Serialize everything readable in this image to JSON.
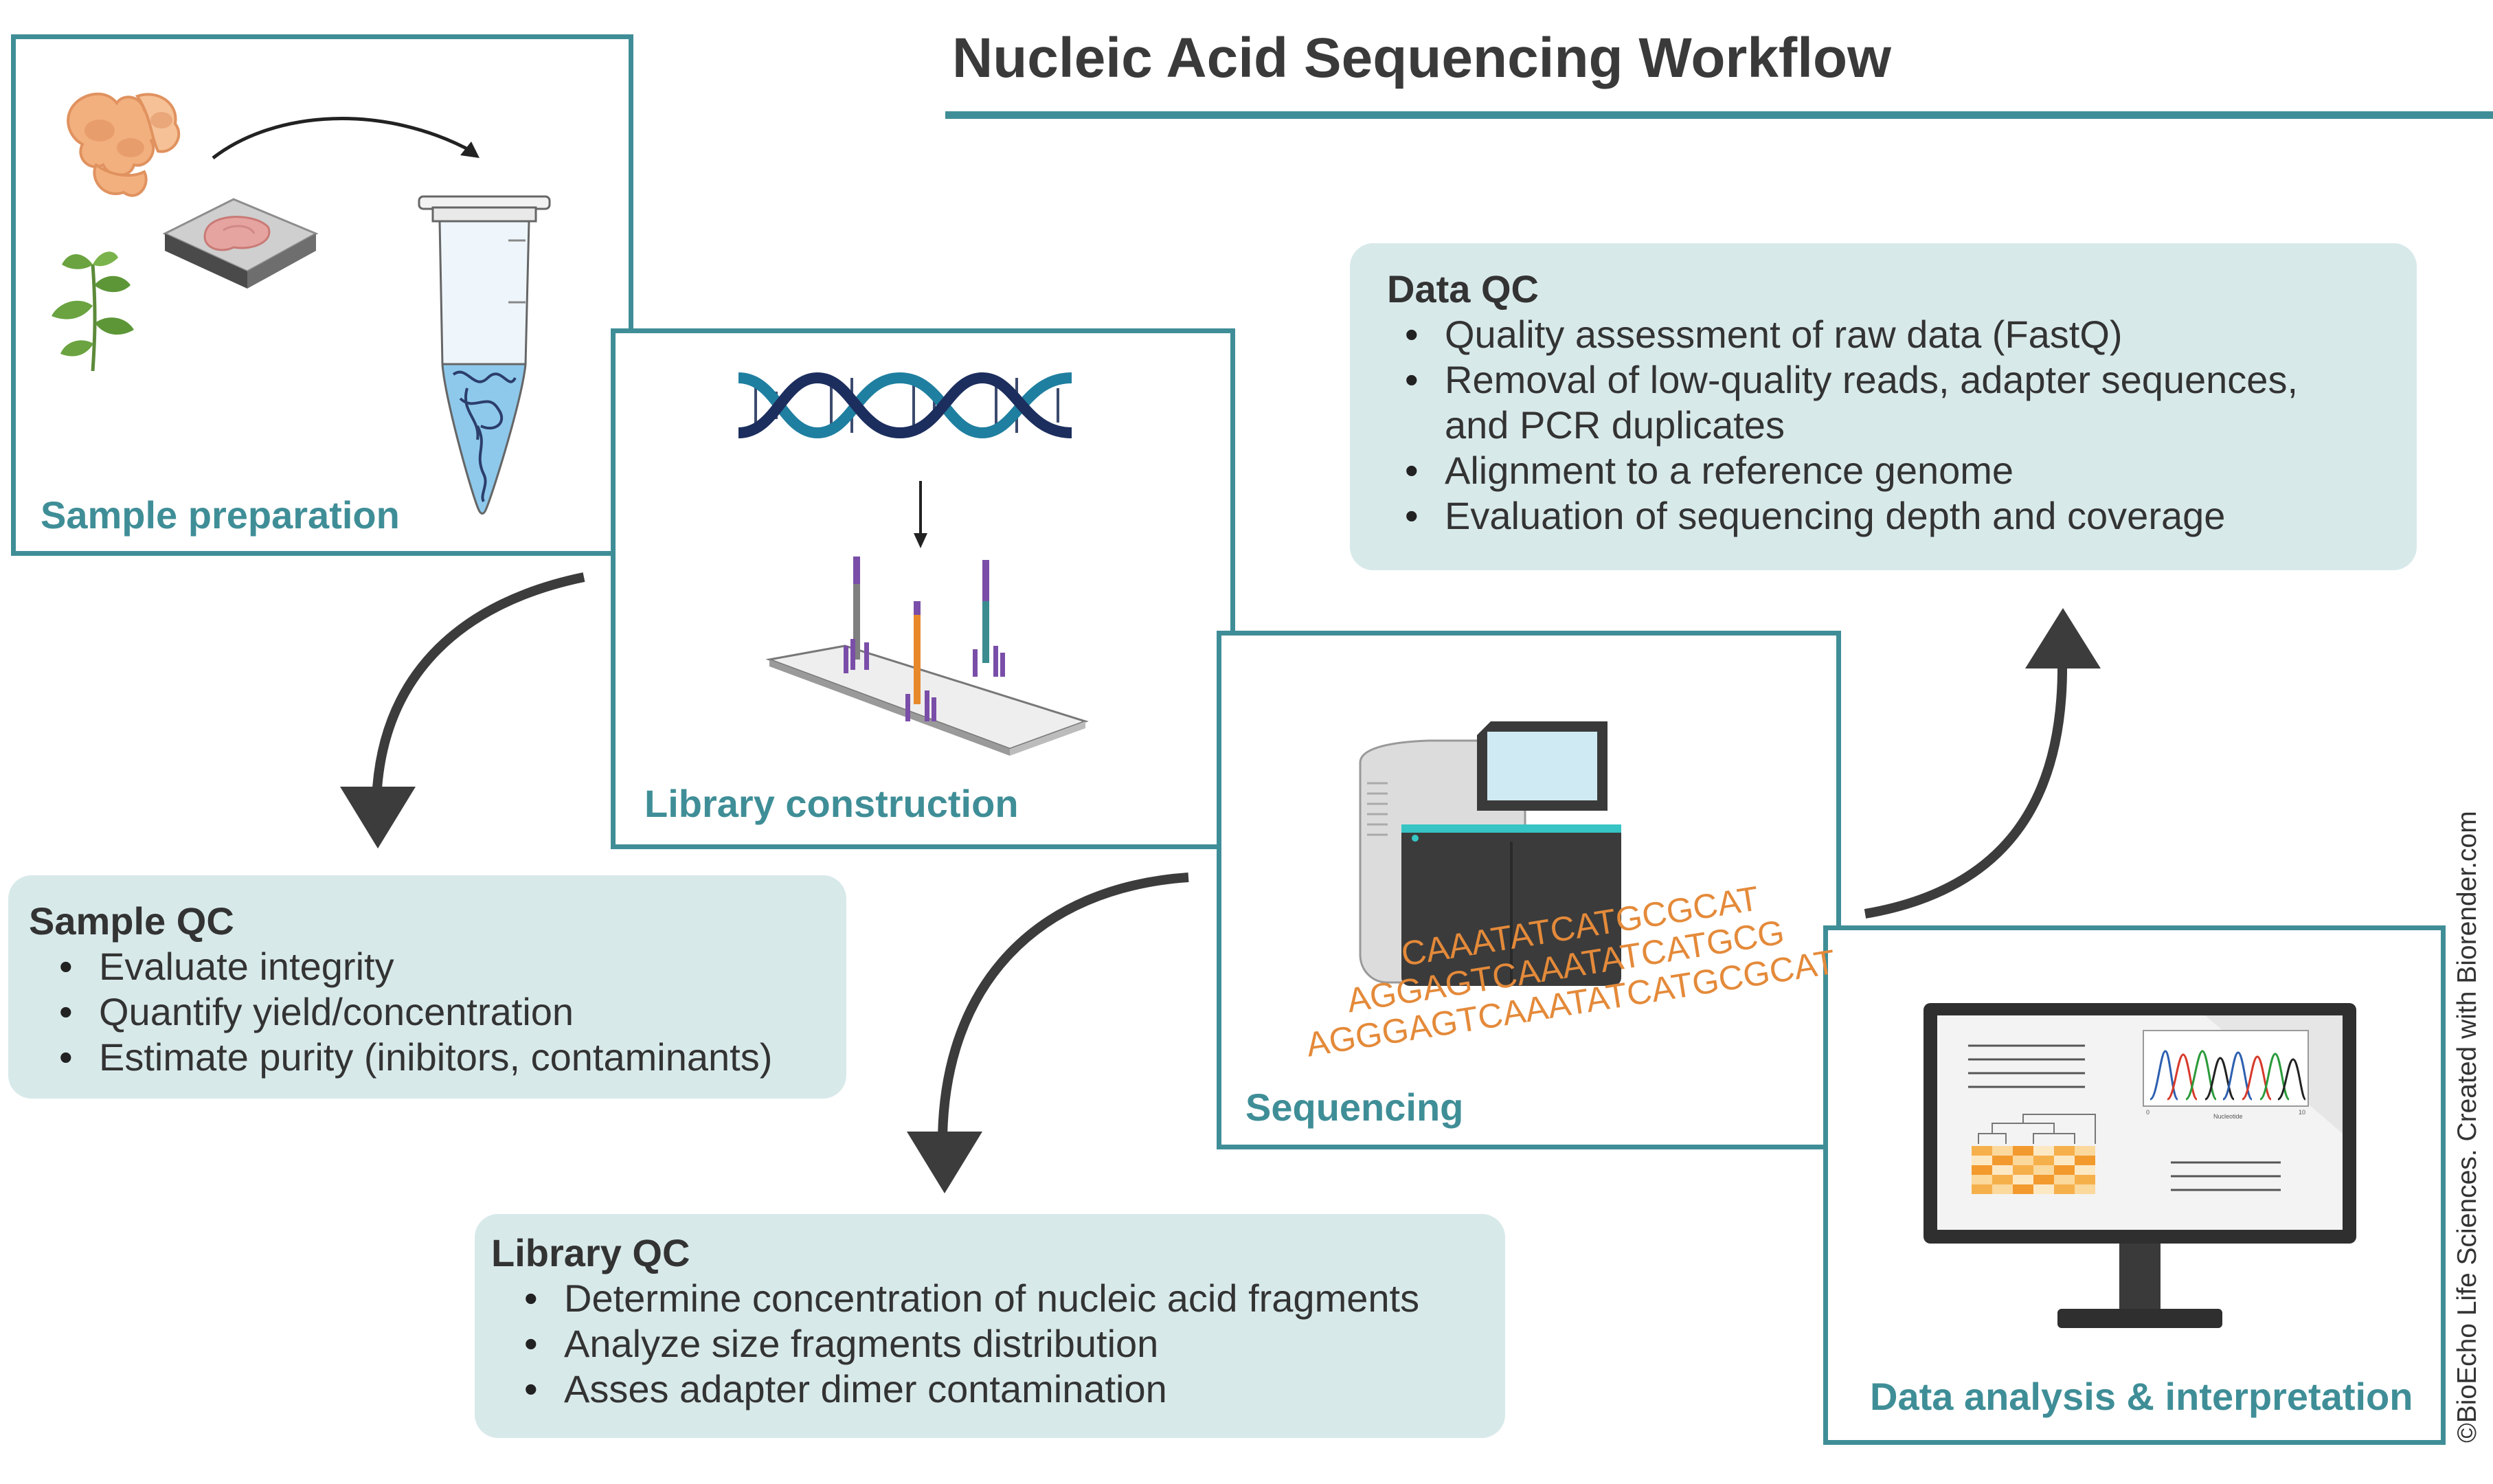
{
  "title": "Nucleic Acid Sequencing Workflow",
  "colors": {
    "accent": "#3f8e97",
    "qc_fill": "#d8e9ea",
    "arrow": "#3c3c3c",
    "text": "#333333"
  },
  "steps": {
    "sample_preparation": "Sample preparation",
    "library_construction": "Library construction",
    "sequencing": "Sequencing",
    "data_analysis": "Data analysis & interpretation"
  },
  "sample_qc": {
    "title": "Sample QC",
    "items": [
      "Evaluate integrity",
      "Quantify yield/concentration",
      "Estimate purity (inibitors, contaminants)"
    ]
  },
  "library_qc": {
    "title": "Library QC",
    "items": [
      "Determine concentration of nucleic acid fragments",
      "Analyze size fragments distribution",
      "Asses adapter dimer contamination"
    ]
  },
  "data_qc": {
    "title": "Data QC",
    "items": [
      "Quality assessment of raw data (FastQ)",
      "Removal of low-quality reads, adapter sequences,",
      "and PCR duplicates",
      "Alignment to a reference genome",
      "Evaluation of sequencing depth and coverage"
    ]
  },
  "reads": [
    "CAAATATCATGCGCAT",
    "AGGAGTCAAATATCATGCG",
    "AGGGAGTCAAATATCATGCGCAT"
  ],
  "monitor_axis": {
    "left": "0",
    "right": "10",
    "caption": "Nucleotide"
  },
  "icons": [
    "cells-icon",
    "plant-icon",
    "tissue-slide-icon",
    "tube-icon",
    "dna-helix-icon",
    "flow-cell-icon",
    "sequencer-icon",
    "monitor-icon"
  ],
  "credit": "©BioEcho Life Sciences. Created with Biorender.com"
}
